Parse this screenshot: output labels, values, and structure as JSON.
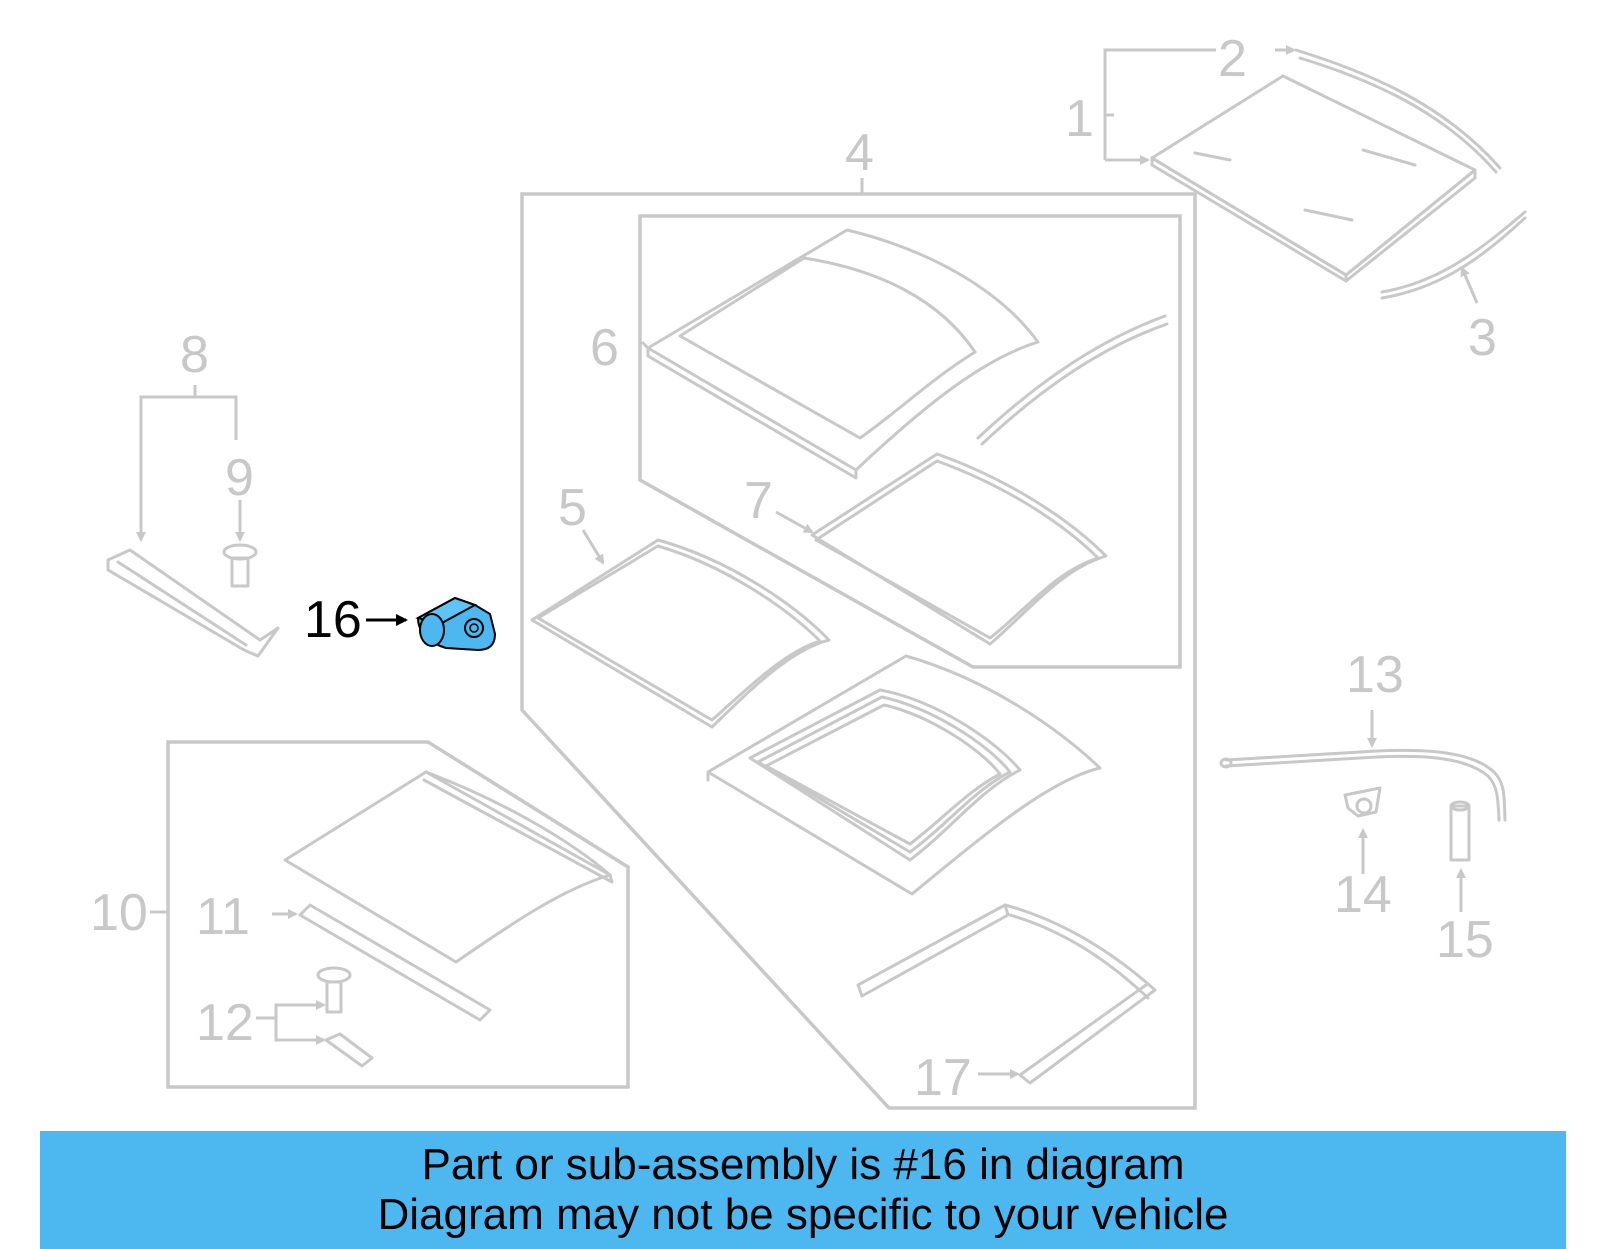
{
  "colors": {
    "highlight": "#4db8f0",
    "line_grey": "#c8c8c8",
    "banner_bg": "#4db8f0",
    "text_active": "#000000"
  },
  "diagram": {
    "highlighted_part": "16",
    "callouts": {
      "c1": "1",
      "c2": "2",
      "c3": "3",
      "c4": "4",
      "c5": "5",
      "c6": "6",
      "c7": "7",
      "c8": "8",
      "c9": "9",
      "c10": "10",
      "c11": "11",
      "c12": "12",
      "c13": "13",
      "c14": "14",
      "c15": "15",
      "c16": "16",
      "c17": "17"
    }
  },
  "banner": {
    "line1": "Part or sub-assembly is #16 in diagram",
    "line2": "Diagram may not be specific to your vehicle"
  }
}
